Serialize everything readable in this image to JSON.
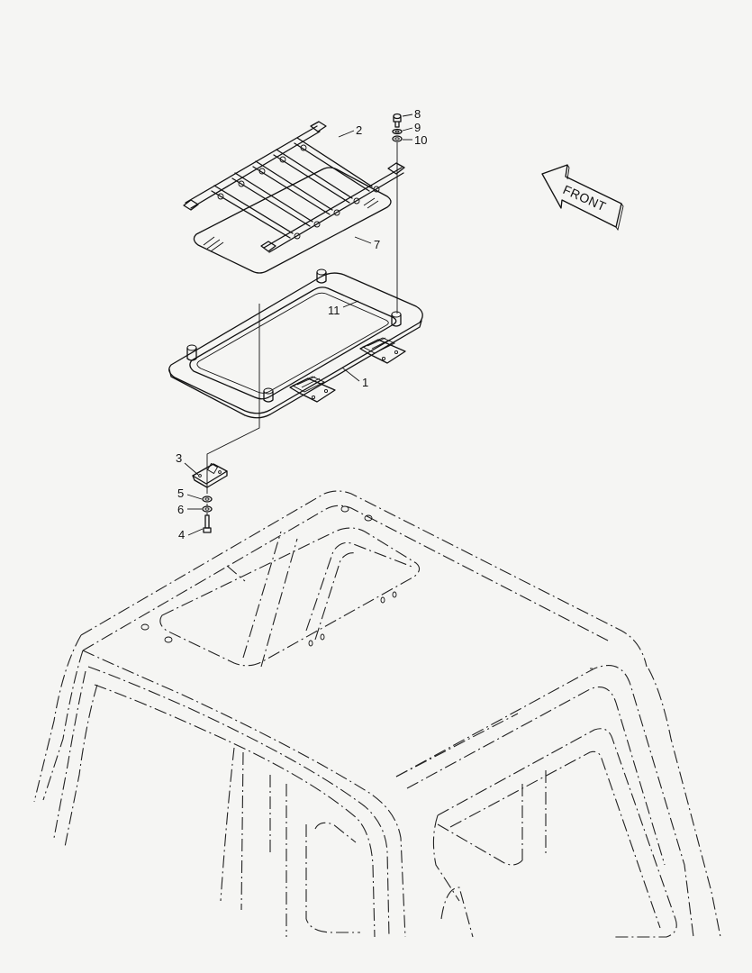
{
  "diagram": {
    "front_label": "FRONT",
    "callouts": [
      {
        "id": "c1",
        "text": "1"
      },
      {
        "id": "c2",
        "text": "2"
      },
      {
        "id": "c3",
        "text": "3"
      },
      {
        "id": "c4",
        "text": "4"
      },
      {
        "id": "c5",
        "text": "5"
      },
      {
        "id": "c6",
        "text": "6"
      },
      {
        "id": "c7",
        "text": "7"
      },
      {
        "id": "c8",
        "text": "8"
      },
      {
        "id": "c9",
        "text": "9"
      },
      {
        "id": "c10",
        "text": "10"
      },
      {
        "id": "c11",
        "text": "11"
      }
    ]
  }
}
